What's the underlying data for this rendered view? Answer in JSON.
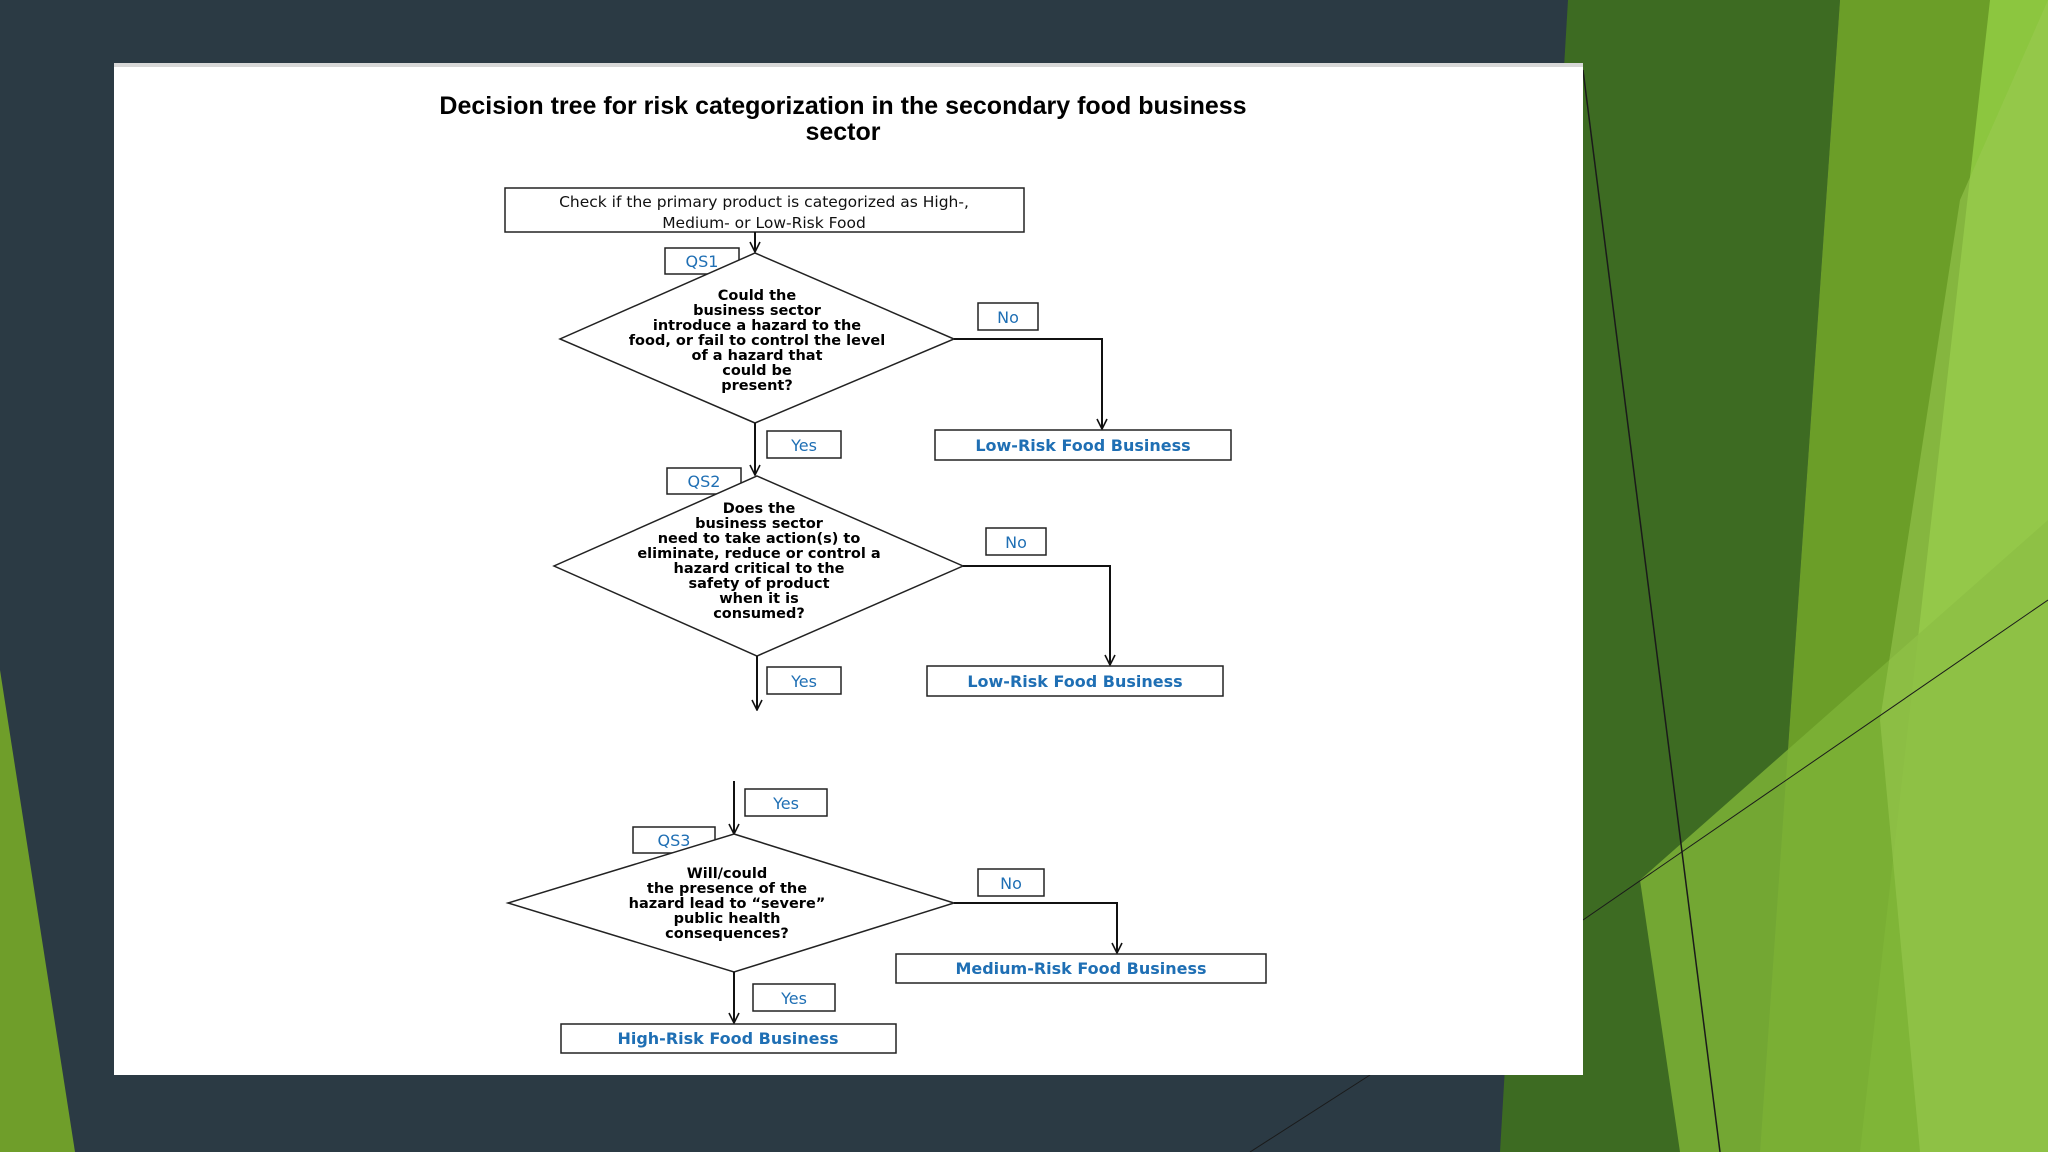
{
  "title_line1": "Decision tree for risk categorization in the secondary food  business",
  "title_line2": "sector",
  "start_box": {
    "line1": "Check if the primary product is categorized as High-,",
    "line2": "Medium- or Low-Risk Food"
  },
  "qs1": {
    "tag": "QS1",
    "lines": [
      "Could the",
      "business sector",
      "introduce a hazard to the",
      "food, or fail to control the level",
      "of a hazard that",
      "could be",
      "present?"
    ],
    "no_label": "No",
    "yes_label": "Yes",
    "no_result": "Low-Risk Food Business"
  },
  "qs2": {
    "tag": "QS2",
    "lines": [
      "Does the",
      "business sector",
      "need to take action(s) to",
      "eliminate, reduce or control a",
      "hazard critical to the",
      "safety of product",
      "when it is",
      "consumed?"
    ],
    "no_label": "No",
    "yes_label": "Yes",
    "no_result": "Low-Risk Food Business"
  },
  "qs3": {
    "tag": "QS3",
    "entry_label": "Yes",
    "lines": [
      "Will/could",
      "the presence of the",
      "hazard lead to “severe”",
      "public health",
      "consequences?"
    ],
    "no_label": "No",
    "yes_label": "Yes",
    "no_result": "Medium-Risk Food Business",
    "yes_result": "High-Risk Food Business"
  },
  "colors": {
    "background": "#2b3a44",
    "slide": "#ffffff",
    "label_blue": "#1f6fb4",
    "green_dark": "#3d6b22",
    "green_light": "#8cc63f"
  }
}
